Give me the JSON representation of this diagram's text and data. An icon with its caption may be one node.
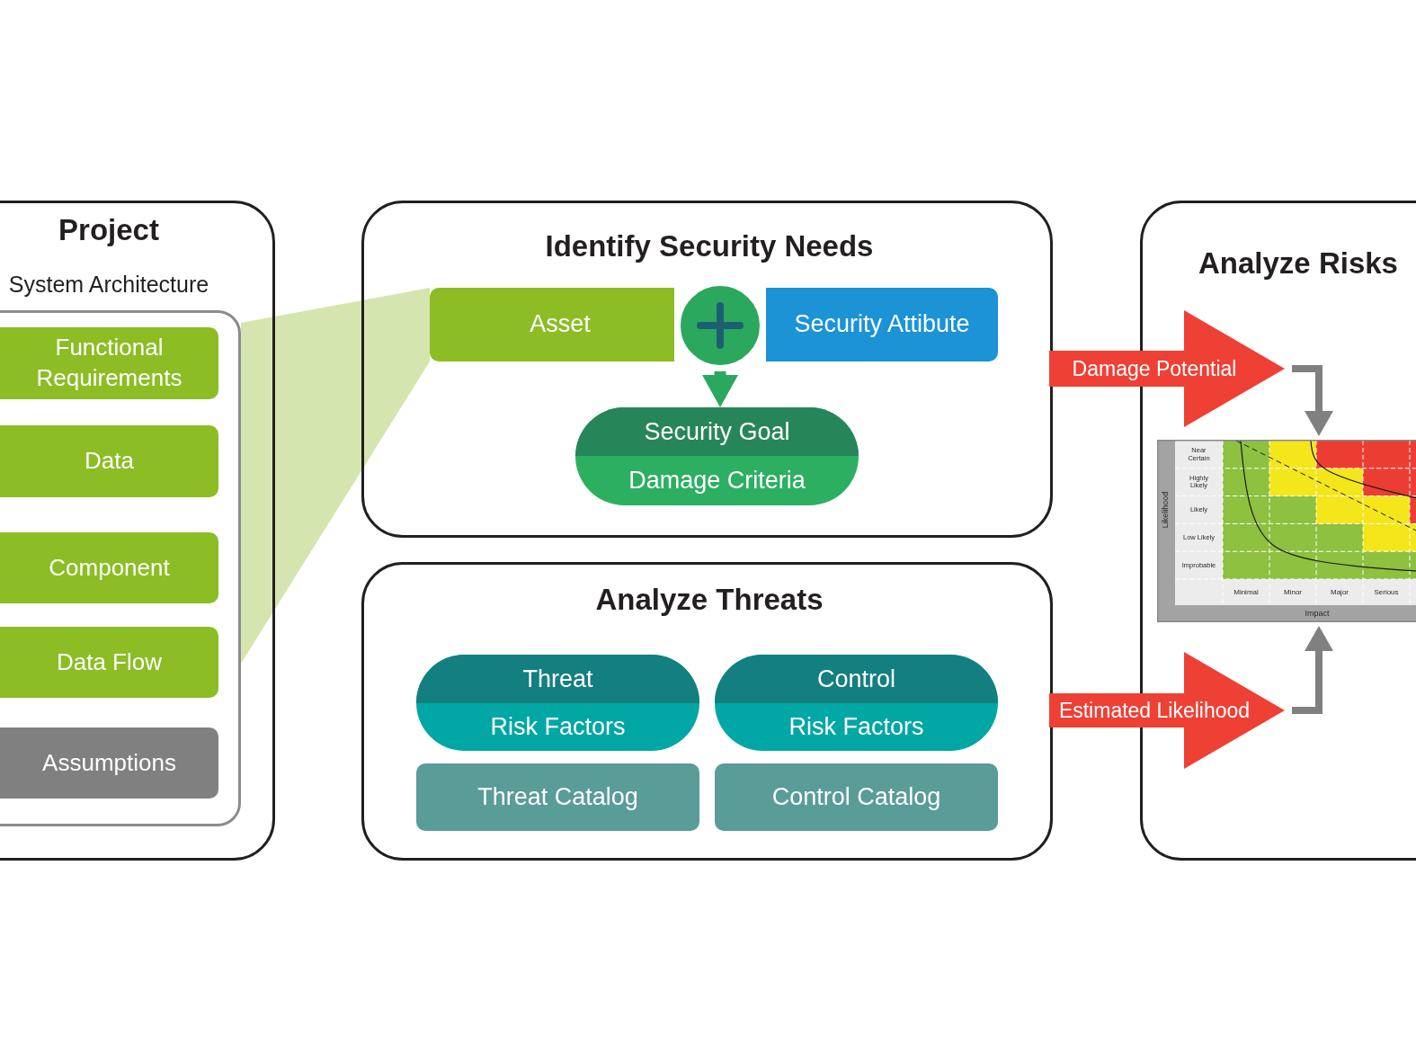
{
  "diagram": {
    "nodes": [
      {
        "text": [
          "Project"
        ]
      },
      {
        "text": [
          "System Architecture"
        ],
        "in": 0
      },
      {
        "text": [
          "Functional Requirements"
        ],
        "in": 1
      },
      {
        "text": [
          "Data"
        ],
        "in": 1
      },
      {
        "text": [
          "Component"
        ],
        "in": 1
      },
      {
        "text": [
          "Data Flow"
        ],
        "in": 1
      },
      {
        "text": [
          "Assumptions"
        ],
        "in": 1
      },
      {
        "text": [
          "Identify Security Needs"
        ]
      },
      {
        "text": [
          "Asset"
        ],
        "in": 7
      },
      {
        "text": [],
        "shape": "circle",
        "in": 7
      },
      {
        "text": [
          "Security Attibute"
        ],
        "in": 7
      },
      {
        "text": [
          "Security Goal",
          "Damage Criteria"
        ],
        "in": 7
      },
      {
        "text": [
          "Analyze Threats"
        ]
      },
      {
        "text": [
          "Threat",
          "Risk Factors"
        ],
        "in": 12
      },
      {
        "text": [
          "Control",
          "Risk Factors"
        ],
        "in": 12
      },
      {
        "text": [
          "Threat Catalog"
        ],
        "in": 12
      },
      {
        "text": [
          "Control Catalog"
        ],
        "in": 12
      },
      {
        "text": [
          "Analyze Risks"
        ]
      },
      {
        "text": [],
        "shape": "picture",
        "in": 17
      }
    ],
    "edges": [
      {
        "from": 1,
        "to": 8,
        "arrow": "none",
        "color": "#d5e5b0"
      },
      {
        "from": 9,
        "to": 11,
        "arrow": "to",
        "color": "#2aa85d"
      },
      {
        "from": 7,
        "to": 18,
        "arrow": "to",
        "label": "Damage Potential",
        "style": "thick",
        "color": "#ee4035"
      },
      {
        "from": null,
        "to": 18,
        "arrow": "to",
        "color": "#808080"
      },
      {
        "from": 12,
        "to": 18,
        "arrow": "to",
        "label": "Estimated Likelihood",
        "style": "thick",
        "color": "#ee4035"
      },
      {
        "from": null,
        "to": 18,
        "arrow": "to",
        "color": "#808080"
      }
    ],
    "labels": [
      "Likelihood",
      "Near Certain",
      "Highly Likely",
      "Likely",
      "Low Likely",
      "Improbable",
      "Minimal",
      "Minor",
      "Major",
      "Serious",
      "Impact"
    ]
  }
}
